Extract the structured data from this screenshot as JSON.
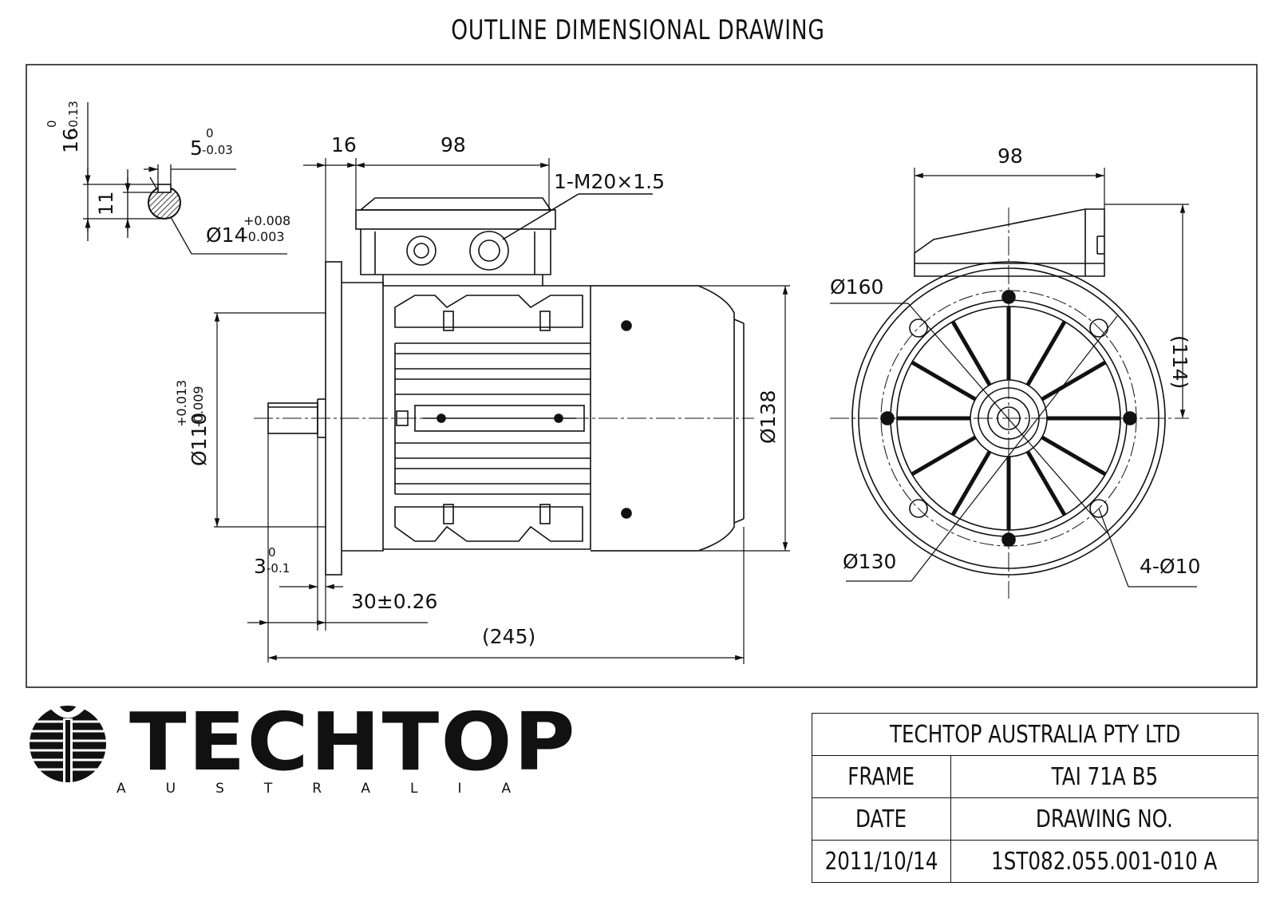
{
  "title": "OUTLINE DIMENSIONAL DRAWING",
  "dimensions": {
    "key_height": "16",
    "key_height_tol_upper": "0",
    "key_height_tol_lower": "-0.13",
    "key_width": "5",
    "key_width_tol_upper": "0",
    "key_width_tol_lower": "-0.03",
    "key_depth": "11",
    "shaft_dia": "Ø14",
    "shaft_dia_tol_upper": "+0.008",
    "shaft_dia_tol_lower": "-0.003",
    "flange_to_box": "16",
    "box_length_side": "98",
    "cable_entry": "1-M20×1.5",
    "spigot_dia": "Ø110",
    "spigot_tol_upper": "+0.013",
    "spigot_tol_lower": "-0.009",
    "body_dia": "Ø138",
    "spigot_depth": "3",
    "spigot_depth_tol_upper": "0",
    "spigot_depth_tol_lower": "-0.1",
    "shaft_length": "30±0.26",
    "overall_length": "(245)",
    "box_width_end": "98",
    "flange_dia": "Ø160",
    "height_to_box": "(114)",
    "pcd": "Ø130",
    "holes": "4-Ø10"
  },
  "logo": {
    "word": "TECHTOP",
    "subtitle": "AUSTRALIA"
  },
  "titleblock": {
    "company": "TECHTOP AUSTRALIA PTY LTD",
    "frame_label": "FRAME",
    "frame_value": "TAI 71A B5",
    "date_label": "DATE",
    "drawing_no_label": "DRAWING NO.",
    "date_value": "2011/10/14",
    "drawing_no_value": "1ST082.055.001-010 A"
  }
}
